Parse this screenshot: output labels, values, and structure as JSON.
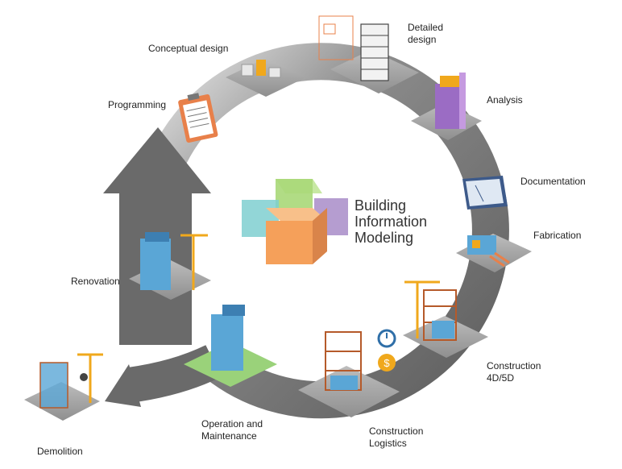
{
  "center": {
    "line1": "Building",
    "line2": "Information",
    "line3": "Modeling"
  },
  "stages": {
    "conceptual_design": "Conceptual design",
    "detailed_design_1": "Detailed",
    "detailed_design_2": "design",
    "programming": "Programming",
    "analysis": "Analysis",
    "documentation": "Documentation",
    "fabrication": "Fabrication",
    "renovation": "Renovation",
    "construction_1": "Construction",
    "construction_2": "4D/5D",
    "operation_1": "Operation and",
    "operation_2": "Maintenance",
    "logistics_1": "Construction",
    "logistics_2": "Logistics",
    "demolition": "Demolition"
  },
  "colors": {
    "ring": "#6d6d6d",
    "ring_light": "#d9d9d9",
    "tile": "#9a9a9a",
    "building_blue": "#5aa6d6",
    "crane": "#f0a81c",
    "clipboard": "#e8804a",
    "cube_teal": "#7fcfd0",
    "cube_green": "#a9d878",
    "cube_purple": "#a88cc8",
    "cube_orange": "#f5a05a"
  },
  "icons": {
    "clipboard": "clipboard-icon",
    "stopwatch": "stopwatch-icon",
    "dollar": "dollar-coin-icon",
    "crane": "crane-icon"
  }
}
